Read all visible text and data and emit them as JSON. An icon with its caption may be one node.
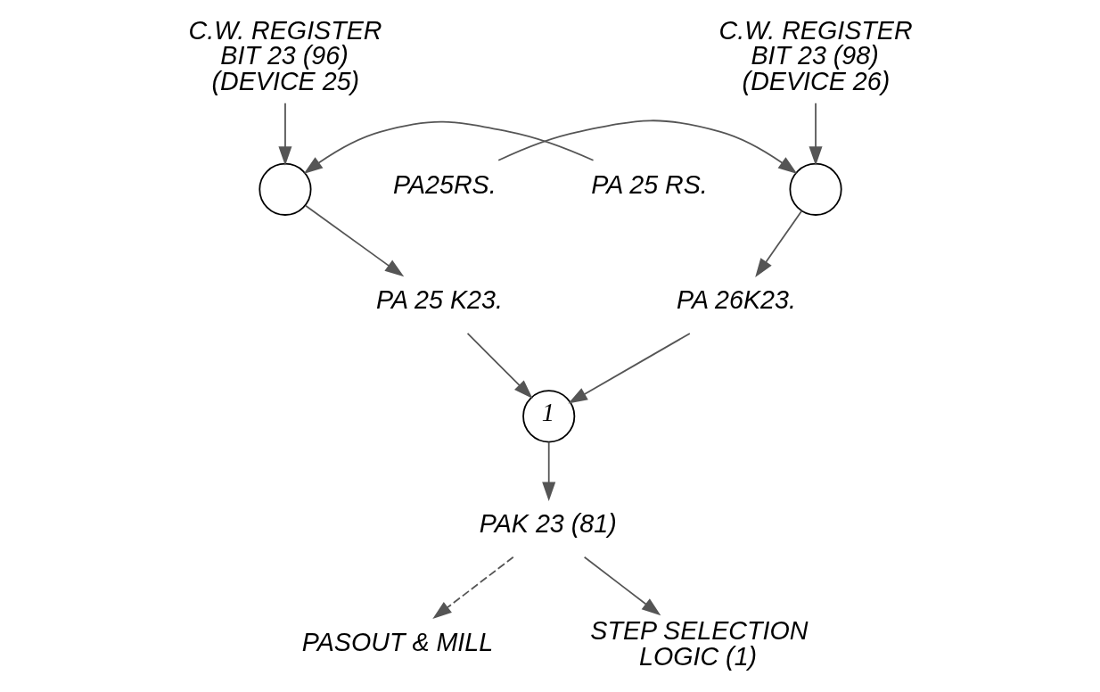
{
  "diagram": {
    "nodes": [
      {
        "text": [
          "C.W. REGISTER BIT 23 (96) (DEVICE 25)"
        ]
      },
      {
        "text": [
          "PA 25 RS."
        ]
      },
      {
        "text": [],
        "shape": "circle"
      },
      {
        "text": [
          "PA 25 K23."
        ]
      },
      {
        "text": [
          "C.W. REGISTER BIT 23 (98) (DEVICE 26)"
        ]
      },
      {
        "text": [
          "PA25RS."
        ]
      },
      {
        "text": [],
        "shape": "circle"
      },
      {
        "text": [
          "PA 26K23."
        ]
      },
      {
        "text": [
          "1"
        ]
      },
      {
        "text": [
          "PAK 23 (81)"
        ]
      },
      {
        "text": [
          "PASOUT & MILL"
        ]
      },
      {
        "text": [
          "STEP SELECTION LOGIC (1)"
        ]
      }
    ],
    "edges": [
      {
        "from": 0,
        "to": 2,
        "arrow": "to"
      },
      {
        "from": 1,
        "to": 2,
        "arrow": "to"
      },
      {
        "from": 2,
        "to": 3,
        "arrow": "to"
      },
      {
        "from": 4,
        "to": 6,
        "arrow": "to"
      },
      {
        "from": 5,
        "to": 6,
        "arrow": "to"
      },
      {
        "from": 6,
        "to": 7,
        "arrow": "to"
      },
      {
        "from": 3,
        "to": 8,
        "arrow": "to"
      },
      {
        "from": 7,
        "to": 8,
        "arrow": "to"
      },
      {
        "from": 8,
        "to": 9,
        "arrow": "to"
      },
      {
        "from": 9,
        "to": 10,
        "arrow": "to",
        "style": "dashed"
      },
      {
        "from": 9,
        "to": 11,
        "arrow": "to"
      }
    ]
  }
}
